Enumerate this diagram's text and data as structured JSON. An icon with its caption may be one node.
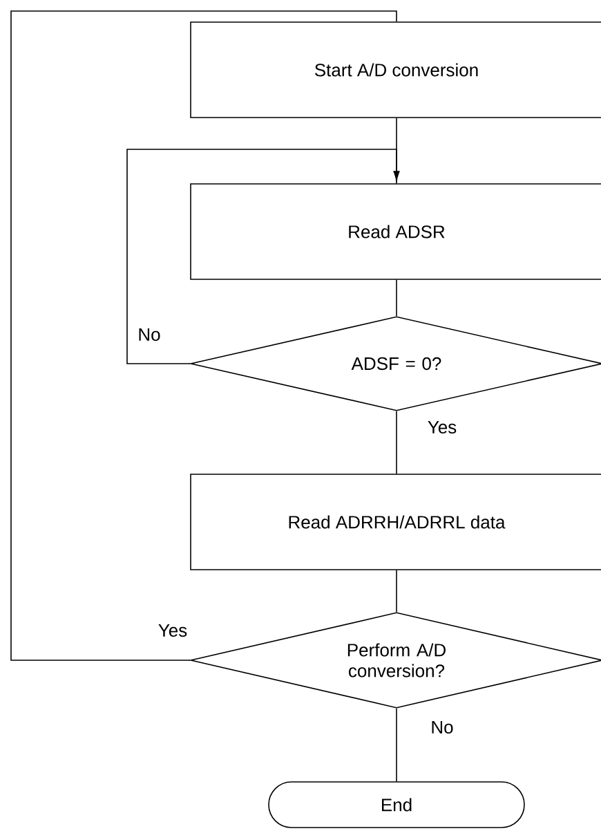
{
  "diagram": {
    "nodes": [
      {
        "text": [
          "Start A/D conversion"
        ]
      },
      {
        "text": [
          "Read ADSR"
        ]
      },
      {
        "text": [
          "ADSF = 0?"
        ]
      },
      {
        "text": [
          "Read ADRRH/ADRRL data"
        ]
      },
      {
        "text": [
          "Perform A/D conversion?"
        ]
      },
      {
        "text": [
          "End"
        ]
      }
    ],
    "edges": [
      {
        "from": 0,
        "to": 1,
        "arrow": "none"
      },
      {
        "from": 1,
        "to": 2,
        "arrow": "none"
      },
      {
        "from": 2,
        "to": 1,
        "arrow": "to",
        "label": "No"
      },
      {
        "from": 2,
        "to": 3,
        "arrow": "none",
        "label": "Yes"
      },
      {
        "from": 3,
        "to": 4,
        "arrow": "none"
      },
      {
        "from": 4,
        "to": 0,
        "arrow": "none",
        "label": "Yes"
      },
      {
        "from": 4,
        "to": 5,
        "arrow": "none",
        "label": "No"
      }
    ]
  }
}
